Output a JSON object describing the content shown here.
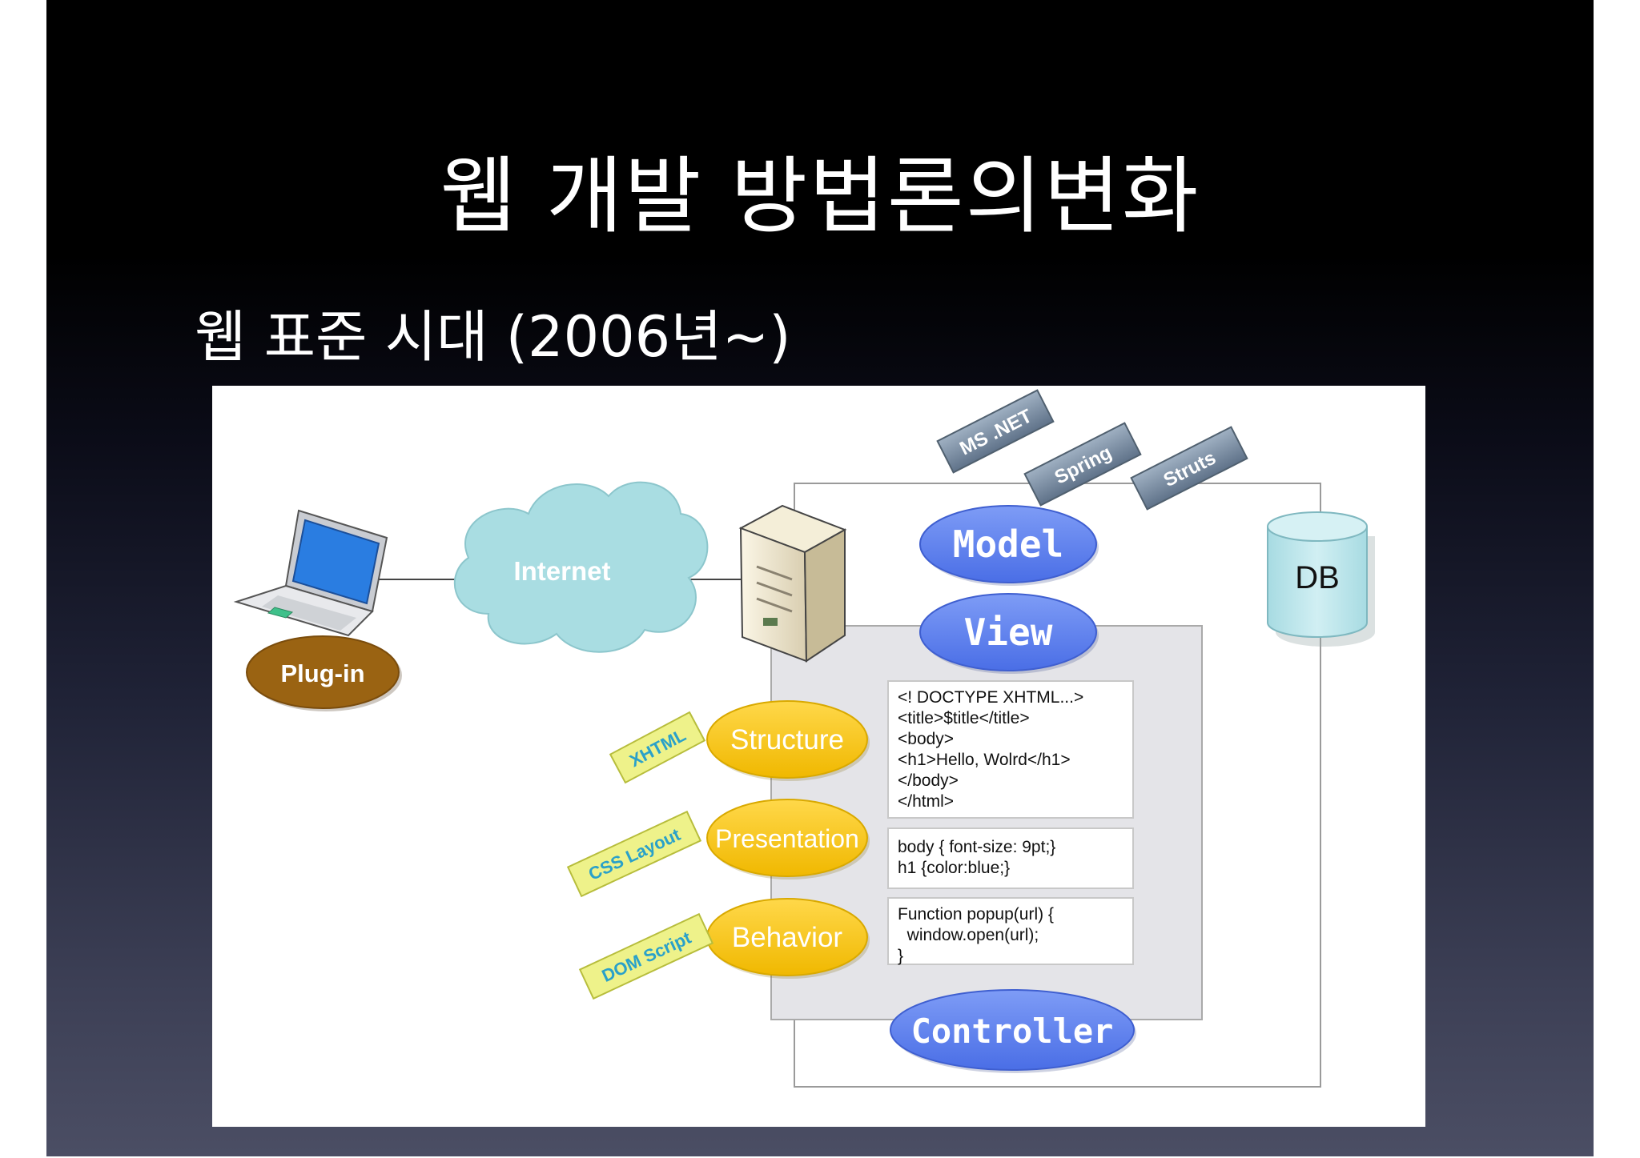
{
  "slide": {
    "title": "웹 개발 방법론의변화",
    "subtitle": "웹 표준 시대 (2006년~)"
  },
  "diagram": {
    "client": {
      "plugin_label": "Plug-in"
    },
    "network": {
      "label": "Internet"
    },
    "database": {
      "label": "DB"
    },
    "frameworks": [
      "MS .NET",
      "Spring",
      "Struts"
    ],
    "mvc": {
      "model": "Model",
      "view": "View",
      "controller": "Controller"
    },
    "layers": [
      {
        "name": "Structure",
        "tag": "XHTML",
        "code": [
          "<! DOCTYPE XHTML...>",
          "<title>$title</title>",
          "<body>",
          "<h1>Hello, Wolrd</h1>",
          "</body>",
          "</html>"
        ]
      },
      {
        "name": "Presentation",
        "tag": "CSS Layout",
        "code": [
          "body { font-size: 9pt;}",
          "h1 {color:blue;}"
        ]
      },
      {
        "name": "Behavior",
        "tag": "DOM Script",
        "code": [
          "Function popup(url) {",
          "  window.open(url);",
          "}"
        ]
      }
    ],
    "colors": {
      "ellipse_blue": "#5b7fef",
      "ellipse_yellow": "#f5c518",
      "plugin_brown": "#9a6312",
      "cloud": "#a9dde2",
      "db": "#c4e8ee",
      "tag_yellow": "#eef28a",
      "framework_tag": "#7d8fa3"
    }
  }
}
